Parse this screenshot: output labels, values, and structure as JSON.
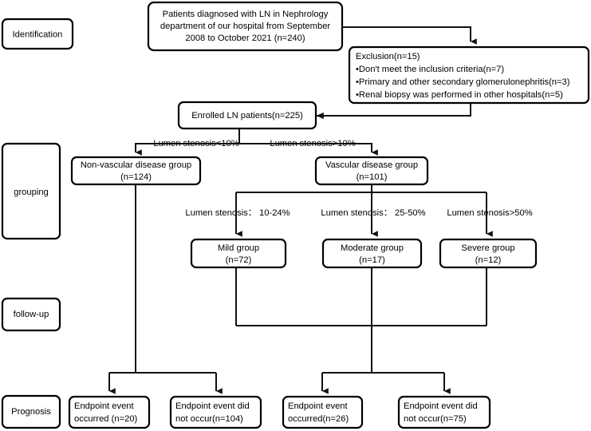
{
  "diagram": {
    "title": "Patient enrollment and grouping flowchart",
    "type": "flowchart",
    "stages": [
      {
        "id": "identification",
        "label": "Identification"
      },
      {
        "id": "grouping",
        "label": "grouping"
      },
      {
        "id": "follow-up",
        "label": "follow-up"
      },
      {
        "id": "prognosis",
        "label": "Prognosis"
      }
    ],
    "nodes": {
      "source": {
        "lines": [
          "Patients diagnosed with LN in Nephrology",
          "department of our hospital from September",
          "2008 to October 2021  (n=240)"
        ]
      },
      "exclusion": {
        "lines": [
          "Exclusion(n=15)",
          "•Don't meet the inclusion criteria(n=7)",
          "•Primary and other secondary glomerulonephritis(n=3)",
          "•Renal biopsy was performed in other hospitals(n=5)"
        ]
      },
      "enrolled": {
        "lines": [
          "Enrolled LN patients(n=225)"
        ]
      },
      "nonvascular": {
        "lines": [
          "Non-vascular disease group",
          "(n=124)"
        ]
      },
      "vascular": {
        "lines": [
          "Vascular disease group",
          "(n=101)"
        ]
      },
      "mild": {
        "lines": [
          "Mild group",
          "(n=72)"
        ]
      },
      "moderate": {
        "lines": [
          "Moderate group",
          "(n=17)"
        ]
      },
      "severe": {
        "lines": [
          "Severe group",
          "(n=12)"
        ]
      },
      "nv_event_occurred": {
        "lines": [
          "Endpoint event",
          "occurred (n=20)"
        ]
      },
      "nv_event_not_occurred": {
        "lines": [
          "Endpoint event did",
          "not occur(n=104)"
        ]
      },
      "v_event_occurred": {
        "lines": [
          "Endpoint event",
          "occurred(n=26)"
        ]
      },
      "v_event_not_occurred": {
        "lines": [
          "Endpoint event did",
          "not occur(n=75)"
        ]
      }
    },
    "edge_labels": {
      "stenosis_lt10": "Lumen stenosis<10%",
      "stenosis_gt10": "Lumen stenosis>10%",
      "stenosis_10_24": "Lumen stenosis： 10-24%",
      "stenosis_25_50": "Lumen stenosis： 25-50%",
      "stenosis_gt50": "Lumen stenosis>50%"
    },
    "colors": {
      "stroke": "#000000",
      "fill": "#ffffff",
      "connector": "#111111"
    }
  }
}
